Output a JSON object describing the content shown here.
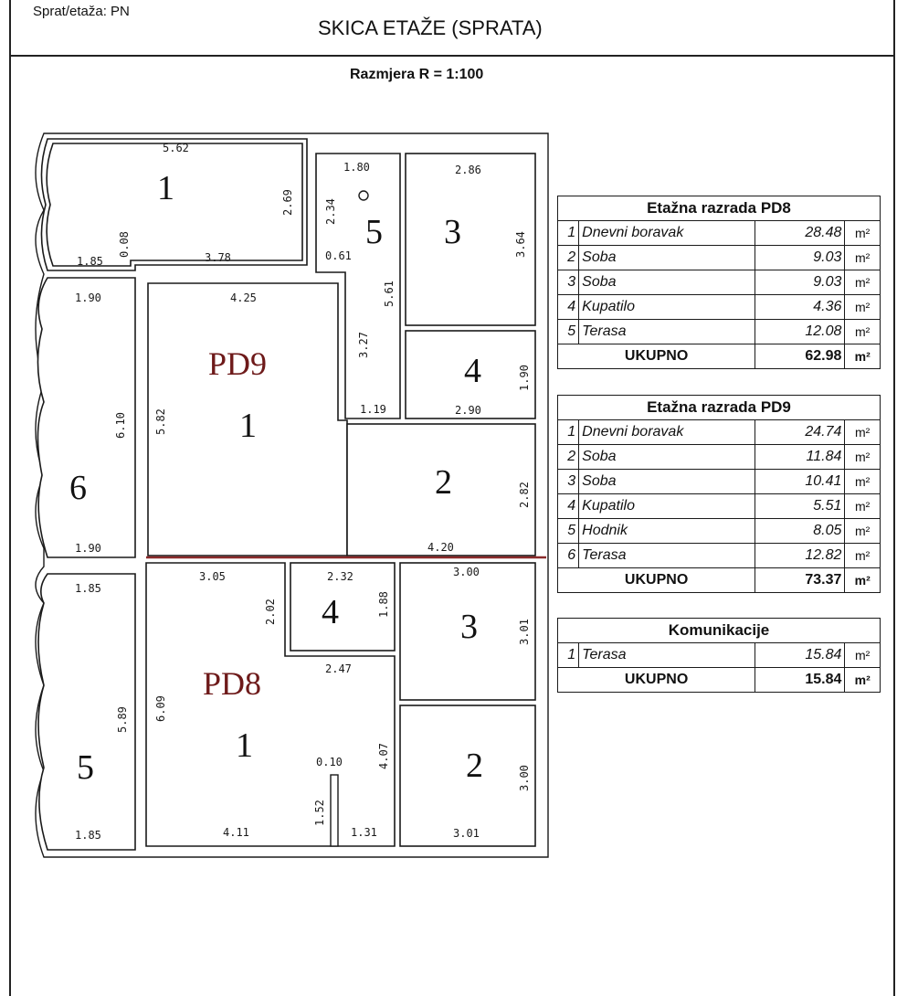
{
  "header": {
    "floor_label": "Sprat/etaža: PN",
    "title": "SKICA ETAŽE (SPRATA)",
    "scale": "Razmjera R = 1:100"
  },
  "plan": {
    "units": {
      "pd9": "PD9",
      "pd8": "PD8"
    },
    "rooms": {
      "pd9_1": "1",
      "pd9_2": "2",
      "pd9_3": "3",
      "pd9_4": "4",
      "pd9_5": "5",
      "pd9_6": "6",
      "pd8_1": "1",
      "pd8_2": "2",
      "pd8_3": "3",
      "pd8_4": "4",
      "pd8_5": "5",
      "kom_1": "1"
    },
    "dims": {
      "k_top": "5.62",
      "k_right": "2.69",
      "k_left": "1.85",
      "k_small": "0.08",
      "k_bottom": "3.78",
      "h_top": "1.80",
      "h_left": "2.34",
      "h_small": "0.61",
      "h_right": "5.61",
      "h_mid": "3.27",
      "h_bottom": "1.19",
      "r3_top": "2.86",
      "r3_right": "3.64",
      "r4_right": "1.90",
      "r4_bottom": "2.90",
      "r6_top": "1.90",
      "r6_right": "6.10",
      "r6_bottom": "1.90",
      "r1_top": "4.25",
      "r1_left": "5.82",
      "r2_right": "2.82",
      "r2_bottom": "4.20",
      "p5_top": "1.85",
      "p5_right": "5.89",
      "p5_bottom": "1.85",
      "p1_top": "3.05",
      "p1_right_upper": "2.02",
      "p1_mid": "2.47",
      "p1_left": "6.09",
      "p1_right": "4.07",
      "p1_wall": "0.10",
      "p1_stub": "1.52",
      "p1_bottom": "4.11",
      "p1_bottom_small": "1.31",
      "p4_top": "2.32",
      "p4_right": "1.88",
      "p3_top": "3.00",
      "p3_right": "3.01",
      "p2_right": "3.00",
      "p2_bottom": "3.01"
    }
  },
  "tables": {
    "pd8": {
      "title": "Etažna razrada PD8",
      "rows": [
        {
          "no": "1",
          "name": "Dnevni boravak",
          "area": "28.48",
          "unit": "m²"
        },
        {
          "no": "2",
          "name": "Soba",
          "area": "9.03",
          "unit": "m²"
        },
        {
          "no": "3",
          "name": "Soba",
          "area": "9.03",
          "unit": "m²"
        },
        {
          "no": "4",
          "name": "Kupatilo",
          "area": "4.36",
          "unit": "m²"
        },
        {
          "no": "5",
          "name": "Terasa",
          "area": "12.08",
          "unit": "m²"
        }
      ],
      "total_label": "UKUPNO",
      "total": "62.98",
      "total_unit": "m²"
    },
    "pd9": {
      "title": "Etažna razrada PD9",
      "rows": [
        {
          "no": "1",
          "name": "Dnevni boravak",
          "area": "24.74",
          "unit": "m²"
        },
        {
          "no": "2",
          "name": "Soba",
          "area": "11.84",
          "unit": "m²"
        },
        {
          "no": "3",
          "name": "Soba",
          "area": "10.41",
          "unit": "m²"
        },
        {
          "no": "4",
          "name": "Kupatilo",
          "area": "5.51",
          "unit": "m²"
        },
        {
          "no": "5",
          "name": "Hodnik",
          "area": "8.05",
          "unit": "m²"
        },
        {
          "no": "6",
          "name": "Terasa",
          "area": "12.82",
          "unit": "m²"
        }
      ],
      "total_label": "UKUPNO",
      "total": "73.37",
      "total_unit": "m²"
    },
    "kom": {
      "title": "Komunikacije",
      "rows": [
        {
          "no": "1",
          "name": "Terasa",
          "area": "15.84",
          "unit": "m²"
        }
      ],
      "total_label": "UKUPNO",
      "total": "15.84",
      "total_unit": "m²"
    }
  },
  "colors": {
    "unit_label": "#6e1a1a",
    "separator": "#8a2a2a"
  }
}
